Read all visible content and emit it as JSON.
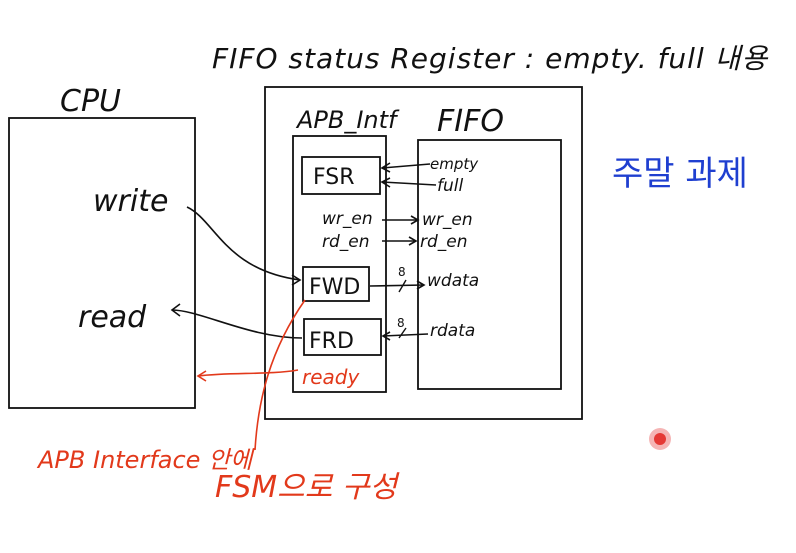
{
  "title": "FIFO status Register : empty. full 내용",
  "cpu": {
    "label": "CPU",
    "write": "write",
    "read": "read"
  },
  "apb": {
    "label": "APB_Intf",
    "fsr": "FSR",
    "fwd": "FWD",
    "frd": "FRD",
    "wr_en": "wr_en",
    "rd_en": "rd_en"
  },
  "fifo": {
    "label": "FIFO",
    "empty": "empty",
    "full": "full",
    "wr_en": "wr_en",
    "rd_en": "rd_en",
    "wdata": "wdata",
    "rdata": "rdata"
  },
  "bus_width_w": "8",
  "bus_width_r": "8",
  "notes": {
    "weekend": "주말 과제",
    "ready": "ready",
    "fsm_line1": "APB Interface 안에",
    "fsm_line2": "FSM으로 구성"
  },
  "colors": {
    "ink": "#111111",
    "blue": "#1f3fd0",
    "red": "#e2391b",
    "record": "#e53935"
  }
}
